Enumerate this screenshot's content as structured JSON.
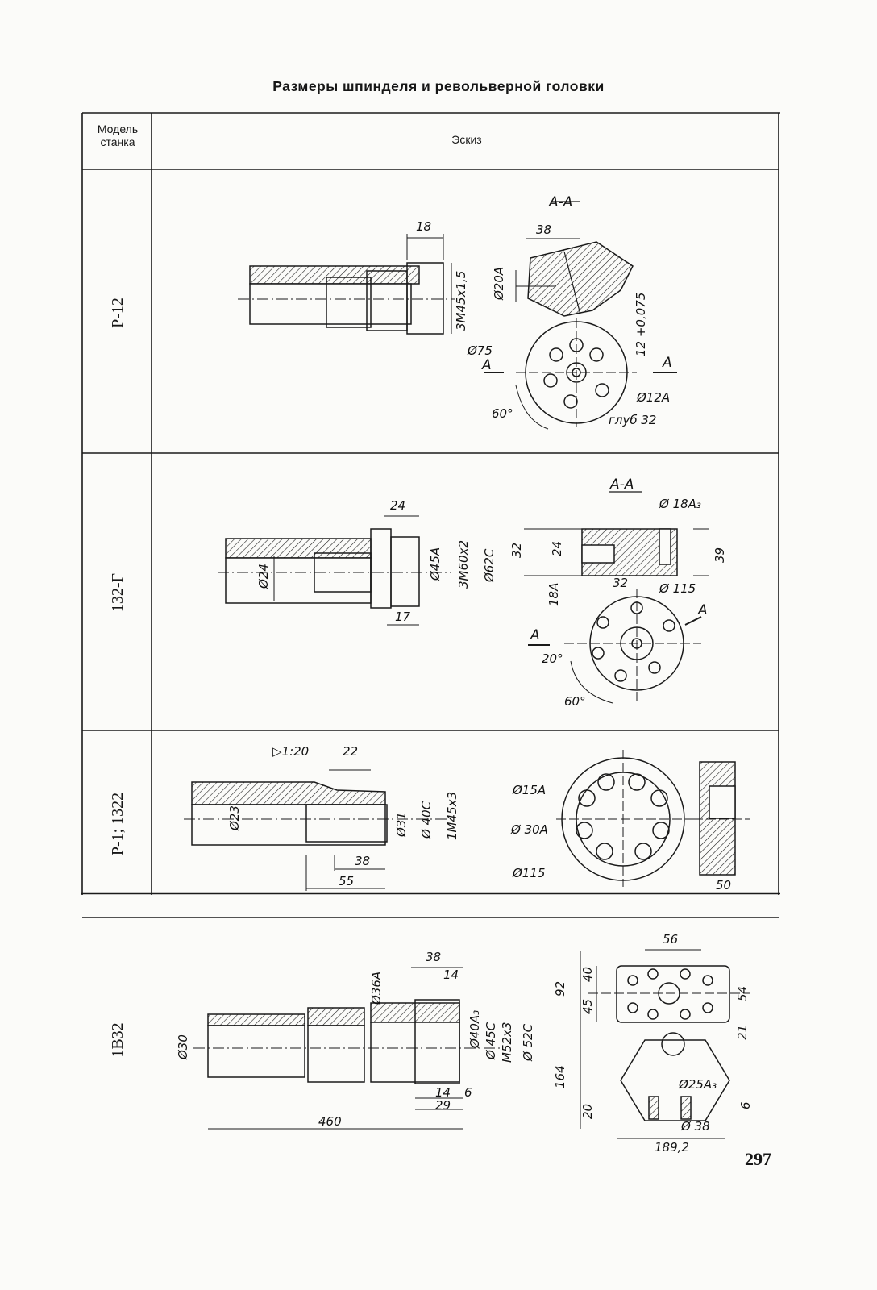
{
  "title": "Размеры шпинделя и револьверной головки",
  "table": {
    "header_model_line1": "Модель",
    "header_model_line2": "станка",
    "header_sketch": "Эскиз"
  },
  "rows": [
    {
      "model": "Р-12",
      "labels": {
        "section": "А-А",
        "d18": "18",
        "d38": "38",
        "thread": "3М45х1,5",
        "d20a": "Ø20А",
        "d75": "Ø75",
        "secA": "А",
        "tol": "12 +0,075",
        "d12a": "Ø12А",
        "depth": "глуб 32",
        "angle": "60°"
      }
    },
    {
      "model": "132-Г",
      "labels": {
        "section": "А-А",
        "d24": "24",
        "d18a3": "Ø 18А₃",
        "d24i": "Ø24",
        "d45a": "Ø45А",
        "thread": "3М60х2",
        "d62c": "Ø62С",
        "d17": "17",
        "d32": "32",
        "d24s": "24",
        "d18a": "18А",
        "d32b": "32",
        "d39": "39",
        "d115": "Ø 115",
        "secA": "А",
        "ang20": "20°",
        "ang60": "60°"
      }
    },
    {
      "model": "Р-1; 1322",
      "labels": {
        "taper": "▷1:20",
        "d22": "22",
        "d23": "Ø23",
        "d31": "Ø31",
        "d40c": "Ø 40С",
        "thread": "1М45х3",
        "d38": "38",
        "d55": "55",
        "d15a": "Ø15А",
        "d30a": "Ø 30А",
        "d115": "Ø115",
        "d50": "50"
      }
    },
    {
      "model": "1В32",
      "labels": {
        "d38": "38",
        "d14": "14",
        "d36a": "Ø36А",
        "d30": "Ø30",
        "d40a3": "Ø40А₃",
        "d45c": "Ø 45С",
        "thread": "М52х3",
        "d52c": "Ø 52С",
        "d14b": "14",
        "d6": "6",
        "d29": "29",
        "d460": "460",
        "d56": "56",
        "d40": "40",
        "d92": "92",
        "d45": "45",
        "d54": "54",
        "d21": "21",
        "d164": "164",
        "d25a": "Ø25А₃",
        "d20": "20",
        "d6b": "6",
        "d38b": "Ø 38",
        "d189": "189,2"
      }
    }
  ],
  "page_number": "297"
}
